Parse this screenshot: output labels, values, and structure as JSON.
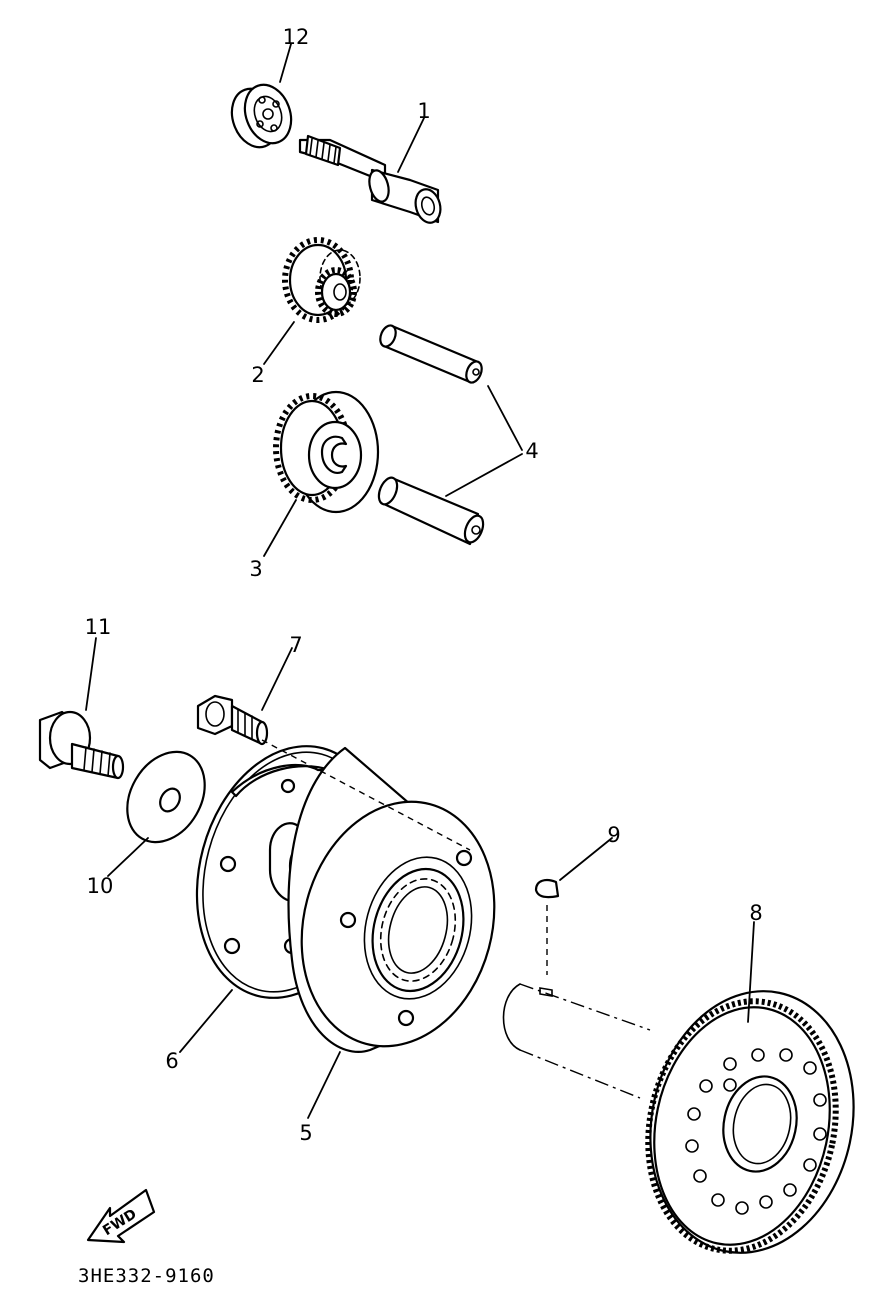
{
  "diagram": {
    "callouts": [
      {
        "id": "12",
        "label": "12"
      },
      {
        "id": "1",
        "label": "1"
      },
      {
        "id": "2",
        "label": "2"
      },
      {
        "id": "3",
        "label": "3"
      },
      {
        "id": "4",
        "label": "4"
      },
      {
        "id": "11",
        "label": "11"
      },
      {
        "id": "7",
        "label": "7"
      },
      {
        "id": "9",
        "label": "9"
      },
      {
        "id": "8",
        "label": "8"
      },
      {
        "id": "10",
        "label": "10"
      },
      {
        "id": "6",
        "label": "6"
      },
      {
        "id": "5",
        "label": "5"
      }
    ],
    "direction_label": "FWD",
    "drawing_code": "3HE332-9160"
  }
}
